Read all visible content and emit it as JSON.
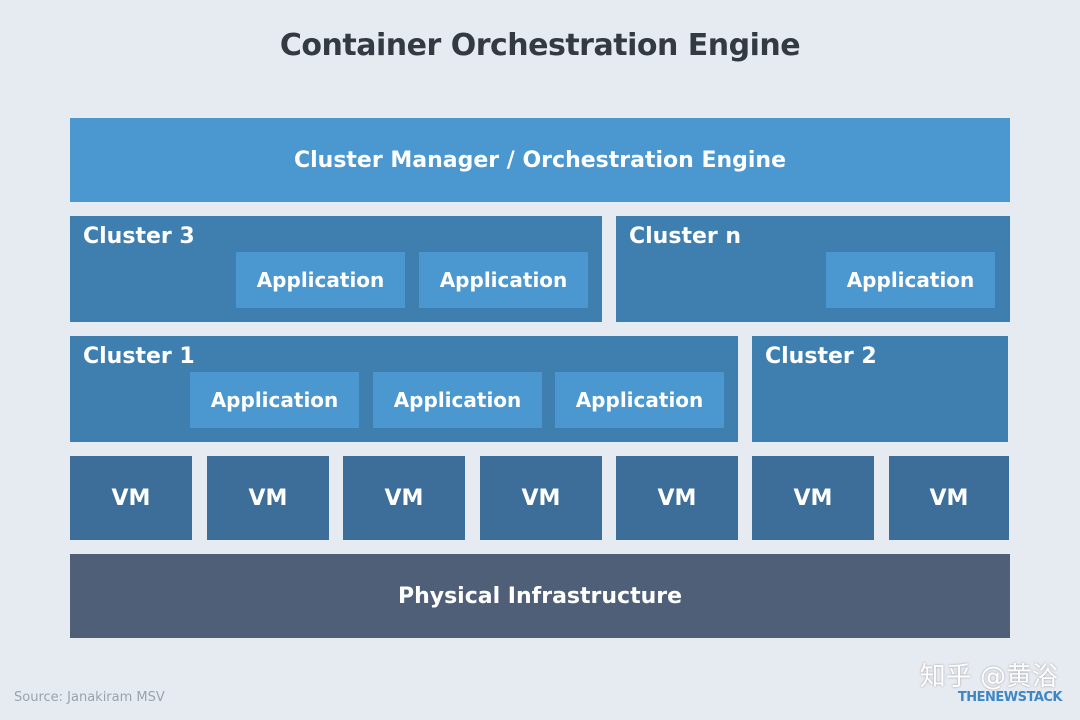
{
  "title": "Container Orchestration Engine",
  "manager": {
    "label": "Cluster Manager / Orchestration Engine"
  },
  "clusters": {
    "cluster3": {
      "label": "Cluster 3",
      "apps": [
        "Application",
        "Application"
      ]
    },
    "clusterN": {
      "label": "Cluster n",
      "apps": [
        "Application"
      ]
    },
    "cluster1": {
      "label": "Cluster 1",
      "apps": [
        "Application",
        "Application",
        "Application"
      ]
    },
    "cluster2": {
      "label": "Cluster 2",
      "apps": []
    }
  },
  "vms": [
    "VM",
    "VM",
    "VM",
    "VM",
    "VM",
    "VM",
    "VM"
  ],
  "infrastructure": {
    "label": "Physical Infrastructure"
  },
  "source": "Source: Janakiram MSV",
  "watermark": "知乎 @黄浴",
  "logo": "THENEWSTACK",
  "colors": {
    "background": "#e6ebf1",
    "manager": "#4b97cf",
    "cluster": "#3f7fb0",
    "application": "#4b97cf",
    "vm": "#3c6e99",
    "infrastructure": "#4f5f78"
  }
}
